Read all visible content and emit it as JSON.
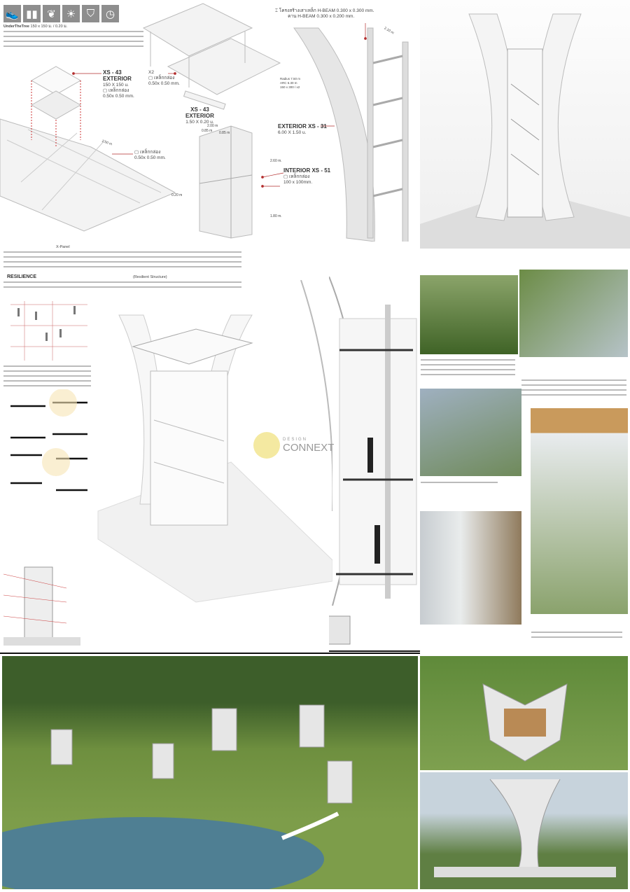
{
  "header": {
    "icons": [
      "shoe-icon",
      "pants-icon",
      "plant-icon",
      "sun-icon",
      "shield-icon",
      "clock-icon"
    ],
    "intro_title": "UnderTheTree",
    "intro_dims": "150 x 150 ม. / 0.20 ม."
  },
  "details": {
    "module": {
      "code": "XS - 43",
      "type": "EXTERIOR",
      "size": "150 X 150 u.",
      "material": "เหล็กกล่อง",
      "spec": "0.50x 0.50 mm."
    },
    "x2": {
      "code": "X2",
      "material": "เหล็กกล่อง",
      "spec": "0.50x 0.50 mm."
    },
    "edge": {
      "code": "XS - 43",
      "type": "EXTERIOR",
      "size": "1.50 X 0.20 u."
    },
    "floor": {
      "material": "เหล็กกล่อง",
      "spec": "0.50x 0.50 mm.",
      "dim_a": "1.50 m",
      "dim_b": "0.20 m"
    },
    "beam": {
      "line1": "โครงสร้างเสาเหล็ก H-BEAM 0.300 x 0.300 mm.",
      "line2": "คาน H-BEAM 0.300 x 0.200 mm.",
      "width": "2.10 m"
    },
    "arc": {
      "radius": "Radius 7.50 m",
      "arc": "ARC 6.30 m",
      "size": "150 x 300 / x2"
    },
    "exterior31": {
      "code": "EXTERIOR XS - 31",
      "size": "6.00 X 1.50 u."
    },
    "interior51": {
      "code": "INTERIOR XS - 51",
      "material": "เหล็กกล่อง",
      "spec": "100 x 100mm.",
      "h1": "2.60 m.",
      "h2": "1.80 m.",
      "w": "2.00 m",
      "w1": "0.85 m",
      "w2": "0.85 m"
    }
  },
  "body": {
    "x_panel": "X-Panel",
    "resilience_title": "RESILIENCE",
    "resilience_term": "(Resilient Structure)"
  },
  "watermark": {
    "top": "DESIGN",
    "bottom": "CONNEXT"
  },
  "colors": {
    "accent": "#b32d2d",
    "icon_bg": "#8e8e8e",
    "grass": "#4f7a2c",
    "water": "#4f7f93"
  }
}
